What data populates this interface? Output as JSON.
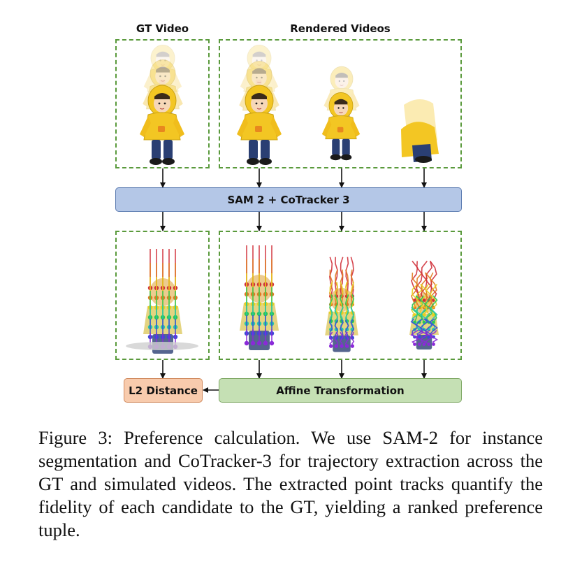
{
  "labels": {
    "gt_video": "GT Video",
    "rendered_videos": "Rendered Videos"
  },
  "boxes": {
    "sam_cotracker": "SAM 2 + CoTracker 3",
    "l2_distance": "L2 Distance",
    "affine_transformation": "Affine Transformation"
  },
  "colors": {
    "dashed_border": "#5a9a3c",
    "sam_box_fill": "#b4c7e7",
    "sam_box_border": "#5b7bb0",
    "l2_box_fill": "#f8cbad",
    "l2_box_border": "#d08a5e",
    "affine_box_fill": "#c5e0b4",
    "affine_box_border": "#7fa865",
    "figure_yellow": "#f3c623",
    "figure_blue": "#2a3f73"
  },
  "caption": "Figure 3: Preference calculation. We use SAM-2 for in­stance segmentation and CoTracker-3 for trajectory extrac­tion across the GT and simulated videos. The extracted point tracks quantify the fidelity of each candidate to the GT, yielding a ranked preference tuple."
}
